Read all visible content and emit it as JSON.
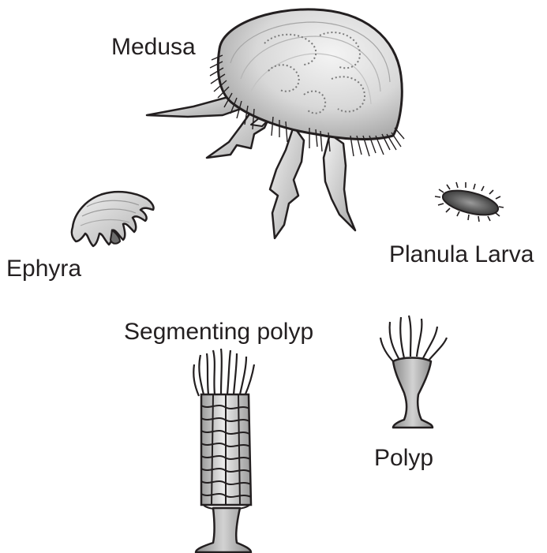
{
  "diagram": {
    "stages": {
      "medusa": "Medusa",
      "ephyra": "Ephyra",
      "planula": "Planula Larva",
      "segmenting_polyp": "Segmenting polyp",
      "polyp": "Polyp"
    }
  },
  "colors": {
    "ink": "#231f20",
    "shade_light": "#f0f0f0",
    "shade_mid": "#bdbdbd",
    "shade_dark": "#6d6d6d"
  }
}
